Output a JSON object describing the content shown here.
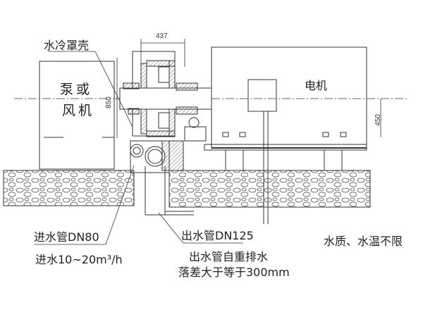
{
  "labels": {
    "cover": "水冷罩壳",
    "pump_or_fan": [
      "泵或",
      "风机"
    ],
    "motor": "电机",
    "inlet_pipe": "进水管DN80",
    "inlet_flow": "进水10~20m³/h",
    "outlet_pipe": "出水管DN125",
    "outlet_note_1": "出水管自重排水",
    "outlet_note_2": "落差大于等于300mm",
    "water_note": "水质、水温不限"
  },
  "dimensions": {
    "width": "437",
    "height": "850",
    "center_height": "450"
  }
}
